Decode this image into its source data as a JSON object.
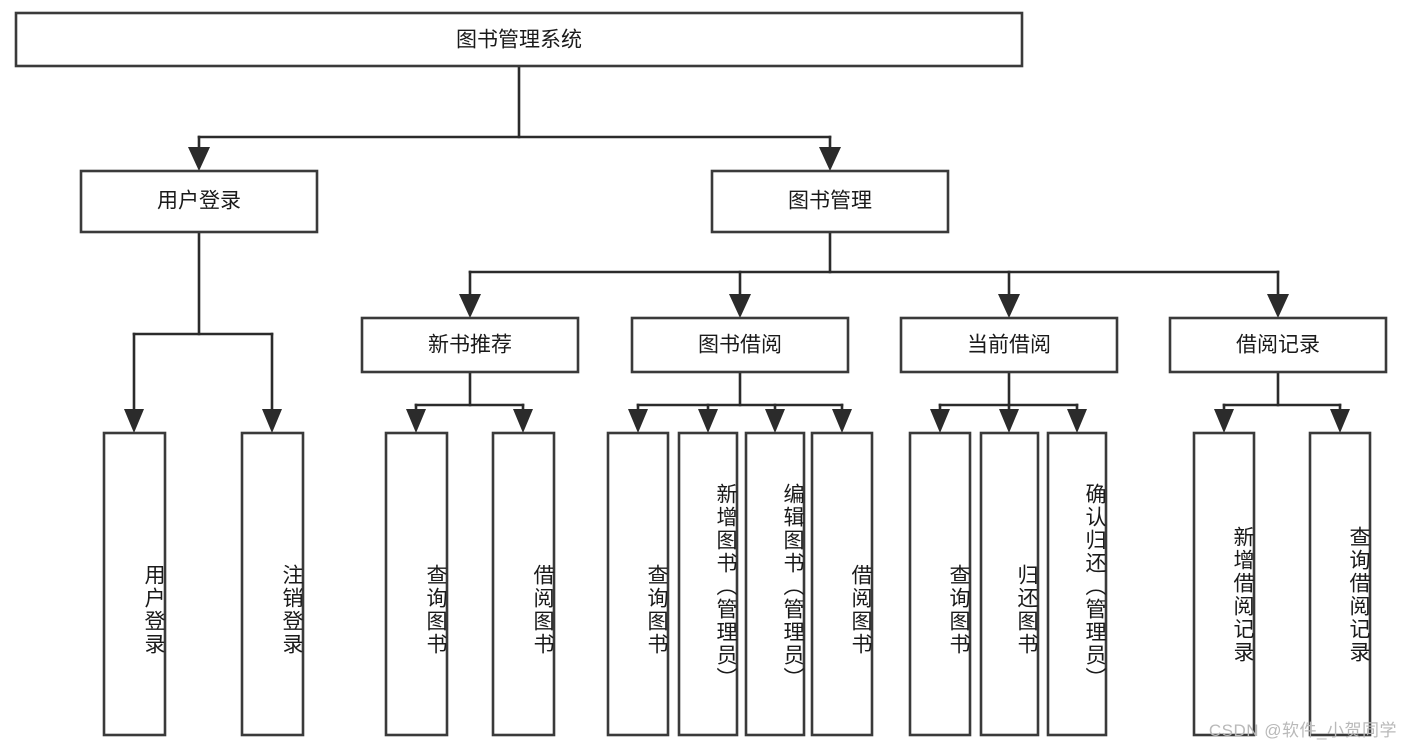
{
  "diagram": {
    "title": "图书管理系统",
    "type": "tree-hierarchy-chart",
    "orientation": "top-down",
    "colors": {
      "box_fill": "#ffffff",
      "box_stroke": "#3a3a3a",
      "connector": "#2b2b2b",
      "text": "#1a1a1a",
      "background": "#ffffff",
      "watermark": "#b9b9b9"
    },
    "root": {
      "label": "图书管理系统"
    },
    "level2": [
      {
        "label": "用户登录"
      },
      {
        "label": "图书管理"
      }
    ],
    "level3": [
      {
        "label": "新书推荐"
      },
      {
        "label": "图书借阅"
      },
      {
        "label": "当前借阅"
      },
      {
        "label": "借阅记录"
      }
    ],
    "leaves": {
      "user_login": [
        {
          "label": "用户登录"
        },
        {
          "label": "注销登录"
        }
      ],
      "new_book_recommend": [
        {
          "label": "查询图书"
        },
        {
          "label": "借阅图书"
        }
      ],
      "book_borrow": [
        {
          "label": "查询图书"
        },
        {
          "label": "新增图书（管理员）"
        },
        {
          "label": "编辑图书（管理员）"
        },
        {
          "label": "借阅图书"
        }
      ],
      "current_borrow": [
        {
          "label": "查询图书"
        },
        {
          "label": "归还图书"
        },
        {
          "label": "确认归还（管理员）"
        }
      ],
      "borrow_record": [
        {
          "label": "新增借阅记录"
        },
        {
          "label": "查询借阅记录"
        }
      ]
    }
  },
  "watermark": {
    "text": "CSDN @软件_小贺同学"
  }
}
